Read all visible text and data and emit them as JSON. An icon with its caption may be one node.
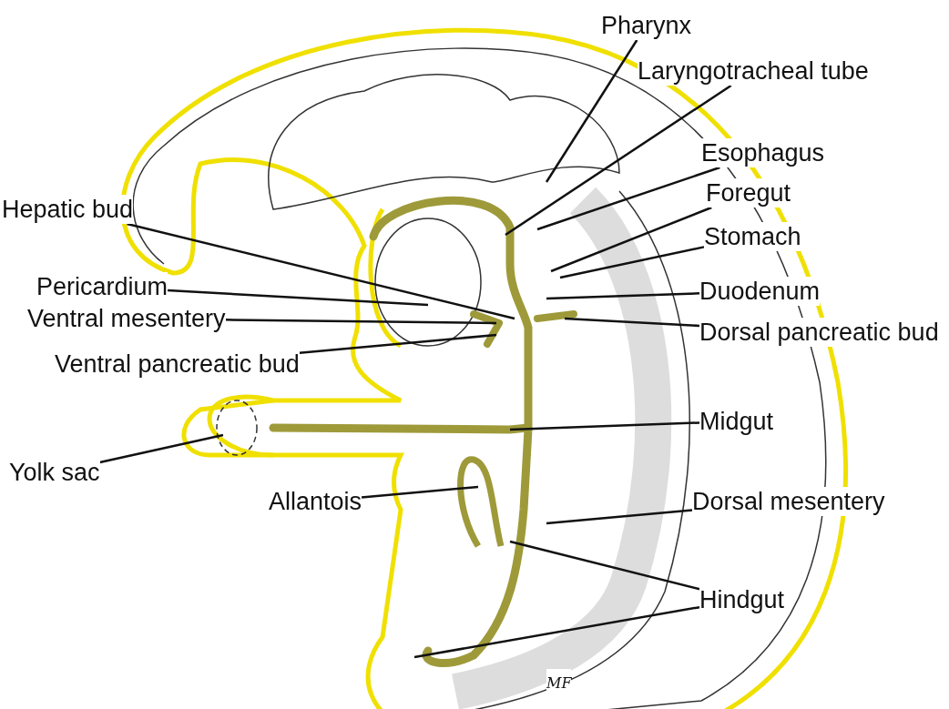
{
  "diagram": {
    "nodes": [
      {
        "text": [
          "Pharynx"
        ]
      },
      {
        "text": [
          "Laryngotracheal tube"
        ]
      },
      {
        "text": [
          "Esophagus"
        ]
      },
      {
        "text": [
          "Foregut"
        ]
      },
      {
        "text": [
          "Stomach"
        ]
      },
      {
        "text": [
          "Hepatic bud"
        ]
      },
      {
        "text": [
          "Pericardium"
        ]
      },
      {
        "text": [
          "Duodenum"
        ]
      },
      {
        "text": [
          "Ventral mesentery"
        ]
      },
      {
        "text": [
          "Dorsal pancreatic bud"
        ]
      },
      {
        "text": [
          "Ventral pancreatic bud"
        ]
      },
      {
        "text": [
          "Midgut"
        ]
      },
      {
        "text": [
          "Yolk sac"
        ]
      },
      {
        "text": [
          "Dorsal mesentery"
        ]
      },
      {
        "text": [
          "Allantois"
        ]
      },
      {
        "text": [
          "Hindgut"
        ]
      }
    ],
    "edges": [
      {
        "from": 0,
        "to": null,
        "arrow": "none"
      },
      {
        "from": 1,
        "to": null,
        "arrow": "none"
      },
      {
        "from": 2,
        "to": null,
        "arrow": "none"
      },
      {
        "from": 3,
        "to": null,
        "arrow": "none"
      },
      {
        "from": 4,
        "to": null,
        "arrow": "none"
      },
      {
        "from": 5,
        "to": null,
        "arrow": "none"
      },
      {
        "from": 6,
        "to": null,
        "arrow": "none"
      },
      {
        "from": 7,
        "to": null,
        "arrow": "none"
      },
      {
        "from": 8,
        "to": null,
        "arrow": "none"
      },
      {
        "from": 9,
        "to": null,
        "arrow": "none"
      },
      {
        "from": 10,
        "to": null,
        "arrow": "none"
      },
      {
        "from": 11,
        "to": null,
        "arrow": "none"
      },
      {
        "from": 12,
        "to": null,
        "arrow": "none"
      },
      {
        "from": 13,
        "to": null,
        "arrow": "none"
      },
      {
        "from": 14,
        "to": null,
        "arrow": "none"
      },
      {
        "from": 15,
        "to": null,
        "arrow": "none"
      },
      {
        "from": 15,
        "to": null,
        "arrow": "none"
      }
    ],
    "labels": [
      "MF"
    ]
  }
}
